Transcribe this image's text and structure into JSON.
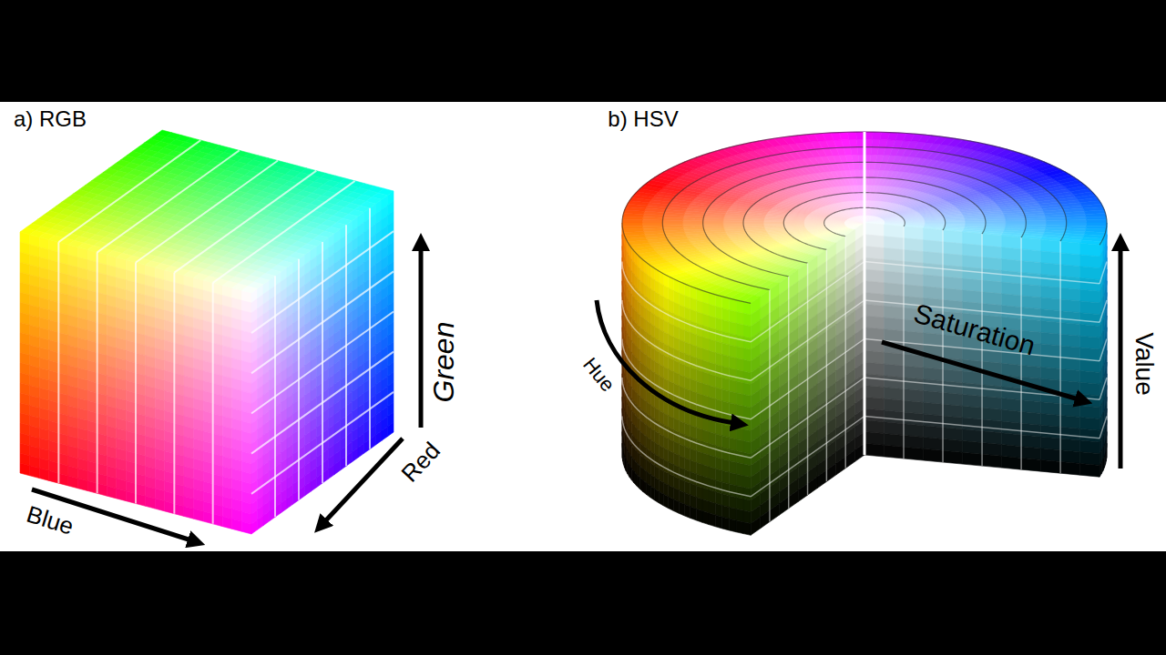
{
  "diagram": {
    "labels": [
      "a) RGB",
      "b) HSV",
      "Green",
      "Red",
      "Blue",
      "Hue",
      "Saturation",
      "Value"
    ]
  }
}
